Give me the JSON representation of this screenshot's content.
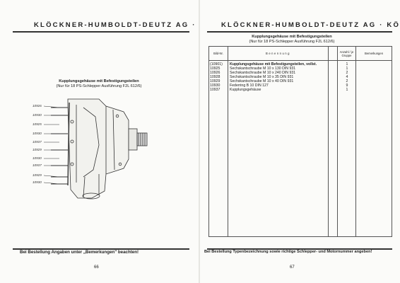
{
  "left_page": {
    "header": "KLÖCKNER-HUMBOLDT-DEUTZ AG · KÖLN",
    "figure_title": "Kupplungsgehäuse mit Befestigungsteilen",
    "figure_subtitle": "(Nur für 18 PS-Schlepper Ausführung F2L 612/6)",
    "callouts": [
      "10926",
      "10930",
      "10925",
      "10930",
      "10937",
      "10929",
      "10930",
      "10937",
      "10929",
      "10930"
    ],
    "footer": "Bei Bestellung Angaben unter „Bemerkungen\" beachten!",
    "page_number": "66"
  },
  "right_page": {
    "header": "KLÖCKNER-HUMBOLDT-DEUTZ AG · KÖLN",
    "table_title": "Kupplungsgehäuse mit Befestigungsteilen",
    "table_subtitle": "(Nur für 18 PS-Schlepper Ausführung F2L 612/6)",
    "columns": {
      "bild_nr": "Bild-Nr.",
      "benennung": "Benennung",
      "anzahl": "Anzahl / je Gruppe",
      "bemerkungen": "Bemerkungen"
    },
    "rows": [
      {
        "no": "(10901)",
        "desc": "Kupplungsgehäuse mit Befestigungsteilen, vollst.",
        "qty": "1",
        "bold": true
      },
      {
        "no": "10925",
        "desc": "Sechskantschraube M 10 x 130 DIN 931",
        "qty": "1"
      },
      {
        "no": "10926",
        "desc": "Sechskantschraube M 10 x 240 DIN 931",
        "qty": "2"
      },
      {
        "no": "10928",
        "desc": "Sechskantschraube M 10 x 35 DIN 931",
        "qty": "4"
      },
      {
        "no": "10929",
        "desc": "Sechskantschraube M 10 x 40 DIN 931",
        "qty": "2"
      },
      {
        "no": "10930",
        "desc": "Federring B 10 DIN 127",
        "qty": "9"
      },
      {
        "no": "10937",
        "desc": "Kupplungsgehäuse",
        "qty": "1"
      }
    ],
    "footer": "Bei Bestellung Typenbezeichnung sowie richtige Schlepper- und Motornummer angeben!",
    "page_number": "67"
  }
}
